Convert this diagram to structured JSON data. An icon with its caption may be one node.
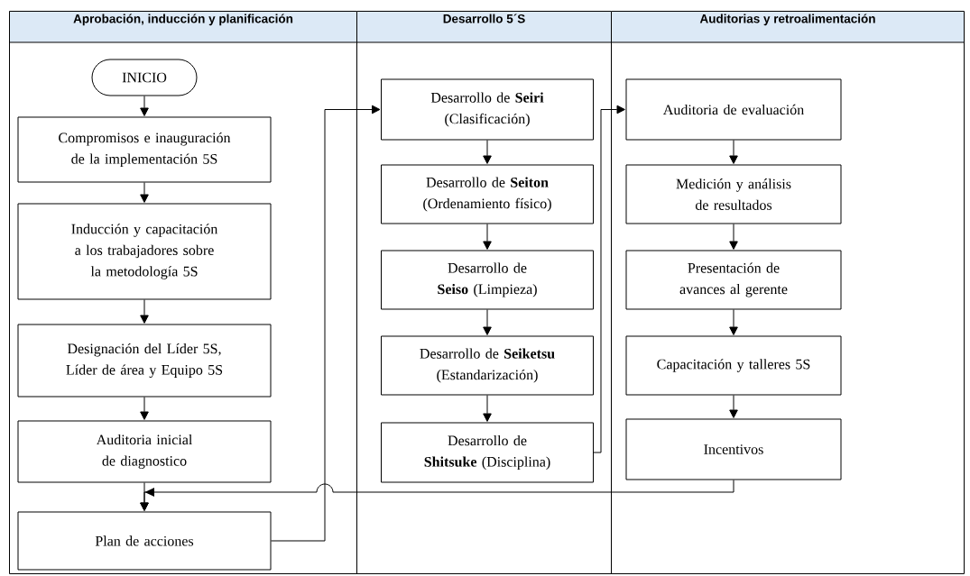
{
  "diagram": {
    "nodes": [
      {
        "text": [
          "Aprobación, inducción y planificación"
        ]
      },
      {
        "text": [
          "Desarrollo 5´S"
        ]
      },
      {
        "text": [
          "Auditorias y retroalimentación"
        ]
      },
      {
        "text": [
          "INICIO"
        ],
        "in": 0
      },
      {
        "text": [
          "Compromisos e inauguración de la implementación 5S"
        ],
        "in": 0
      },
      {
        "text": [
          "Inducción y capacitación a los trabajadores sobre la metodología 5S"
        ],
        "in": 0
      },
      {
        "text": [
          "Designación del Líder 5S, Líder de área y Equipo 5S"
        ],
        "in": 0
      },
      {
        "text": [
          "Auditoria inicial de diagnostico"
        ],
        "in": 0
      },
      {
        "text": [
          "Plan de acciones"
        ],
        "in": 0
      },
      {
        "text": [
          "Desarrollo de **Seiri** (Clasificación)"
        ],
        "in": 1
      },
      {
        "text": [
          "Desarrollo de **Seiton** (Ordenamiento físico)"
        ],
        "in": 1
      },
      {
        "text": [
          "Desarrollo de **Seiso** (Limpieza)"
        ],
        "in": 1
      },
      {
        "text": [
          "Desarrollo de **Seiketsu** (Estandarización)"
        ],
        "in": 1
      },
      {
        "text": [
          "Desarrollo de **Shitsuke** (Disciplina)"
        ],
        "in": 1
      },
      {
        "text": [
          "Auditoria de evaluación"
        ],
        "in": 2
      },
      {
        "text": [
          "Medición y análisis de resultados"
        ],
        "in": 2
      },
      {
        "text": [
          "Presentación de avances al gerente"
        ],
        "in": 2
      },
      {
        "text": [
          "Capacitación y talleres 5S"
        ],
        "in": 2
      },
      {
        "text": [
          "Incentivos"
        ],
        "in": 2
      }
    ],
    "edges": [
      {
        "from": 3,
        "to": 4,
        "arrow": "to"
      },
      {
        "from": 4,
        "to": 5,
        "arrow": "to"
      },
      {
        "from": 5,
        "to": 6,
        "arrow": "to"
      },
      {
        "from": 6,
        "to": 7,
        "arrow": "to"
      },
      {
        "from": 7,
        "to": 8,
        "arrow": "to"
      },
      {
        "from": 8,
        "to": 9,
        "arrow": "to"
      },
      {
        "from": 9,
        "to": 10,
        "arrow": "to"
      },
      {
        "from": 10,
        "to": 11,
        "arrow": "to"
      },
      {
        "from": 11,
        "to": 12,
        "arrow": "to"
      },
      {
        "from": 12,
        "to": 13,
        "arrow": "to"
      },
      {
        "from": 13,
        "to": 14,
        "arrow": "to"
      },
      {
        "from": 14,
        "to": 15,
        "arrow": "to"
      },
      {
        "from": 15,
        "to": 16,
        "arrow": "to"
      },
      {
        "from": 16,
        "to": 17,
        "arrow": "to"
      },
      {
        "from": 17,
        "to": 18,
        "arrow": "to"
      },
      {
        "from": 18,
        "to": 8,
        "arrow": "to"
      }
    ]
  }
}
